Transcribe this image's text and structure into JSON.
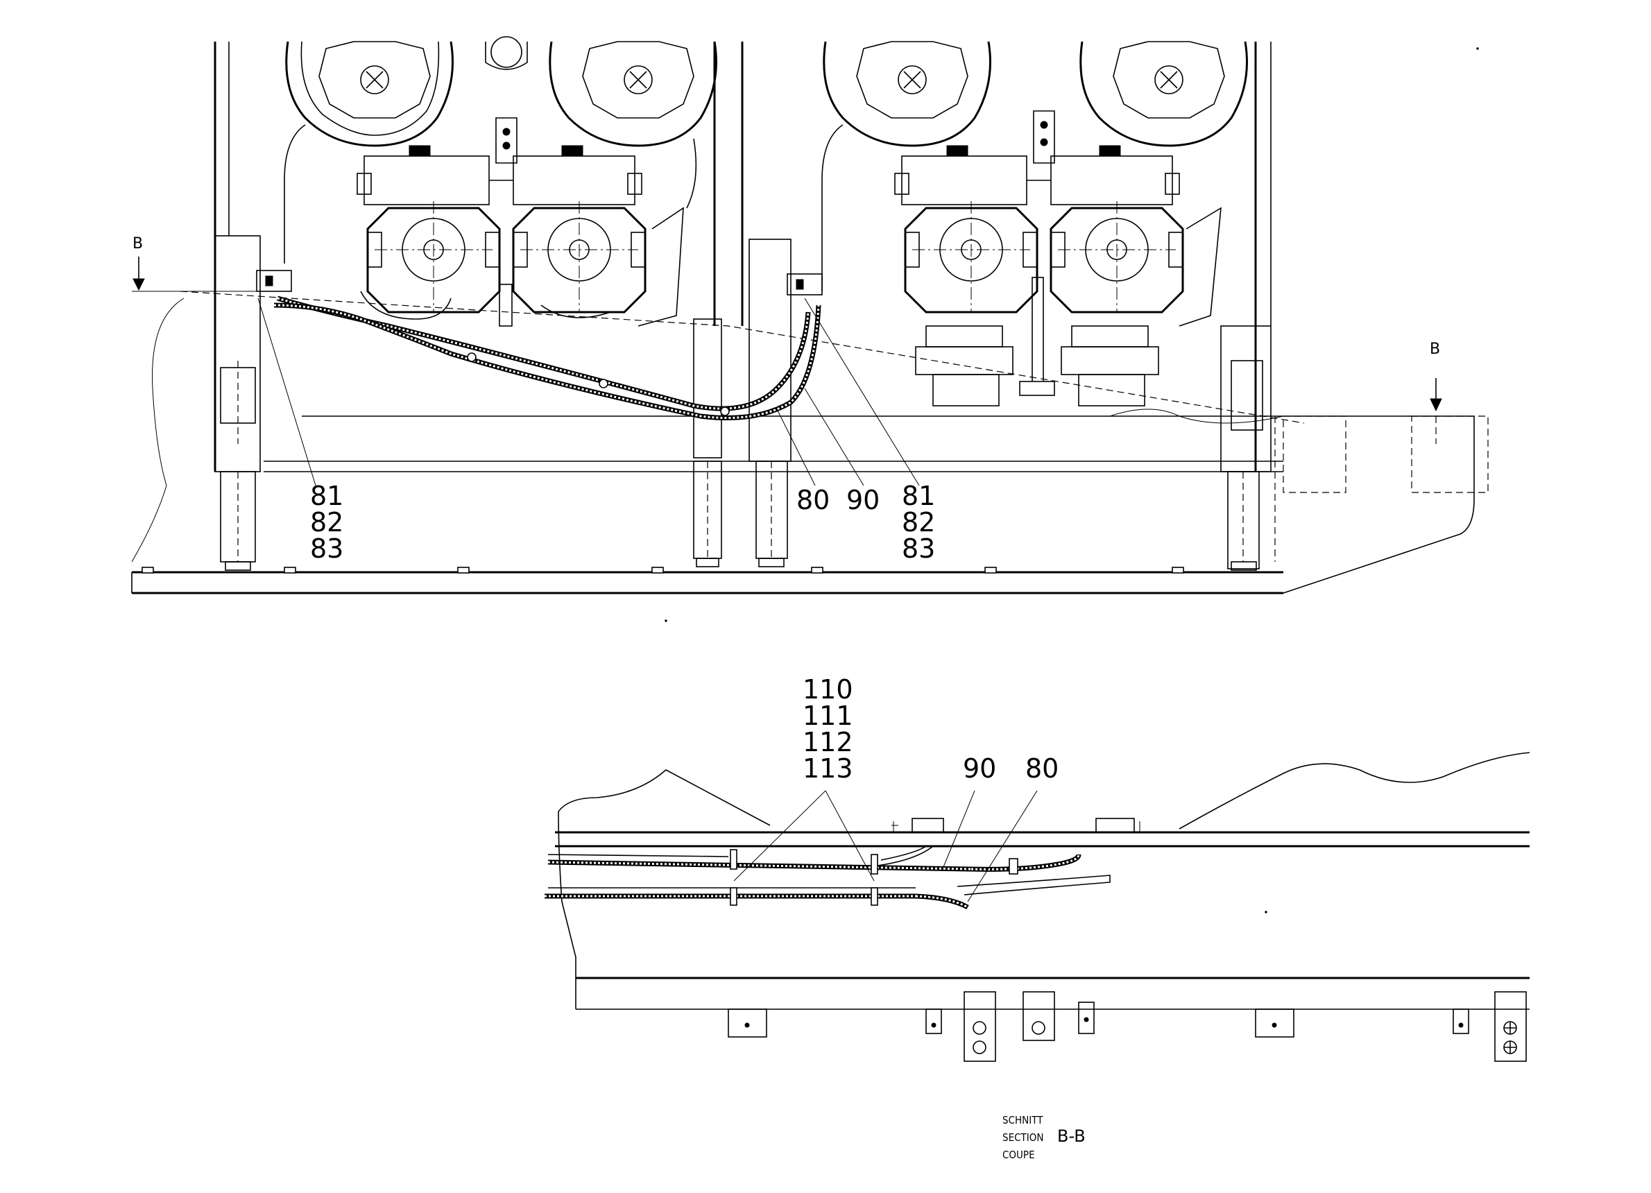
{
  "section_markers": {
    "left": "B",
    "right": "B"
  },
  "callouts_top": {
    "left_group": [
      "81",
      "82",
      "83"
    ],
    "hose_a": "80",
    "hose_b": "90",
    "right_group": [
      "81",
      "82",
      "83"
    ]
  },
  "callouts_section": {
    "clamp_group": [
      "110",
      "111",
      "112",
      "113"
    ],
    "hose_b": "90",
    "hose_a": "80"
  },
  "section_title": {
    "line1": "SCHNITT",
    "line2": "SECTION",
    "line3": "COUPE",
    "id": "B-B"
  }
}
